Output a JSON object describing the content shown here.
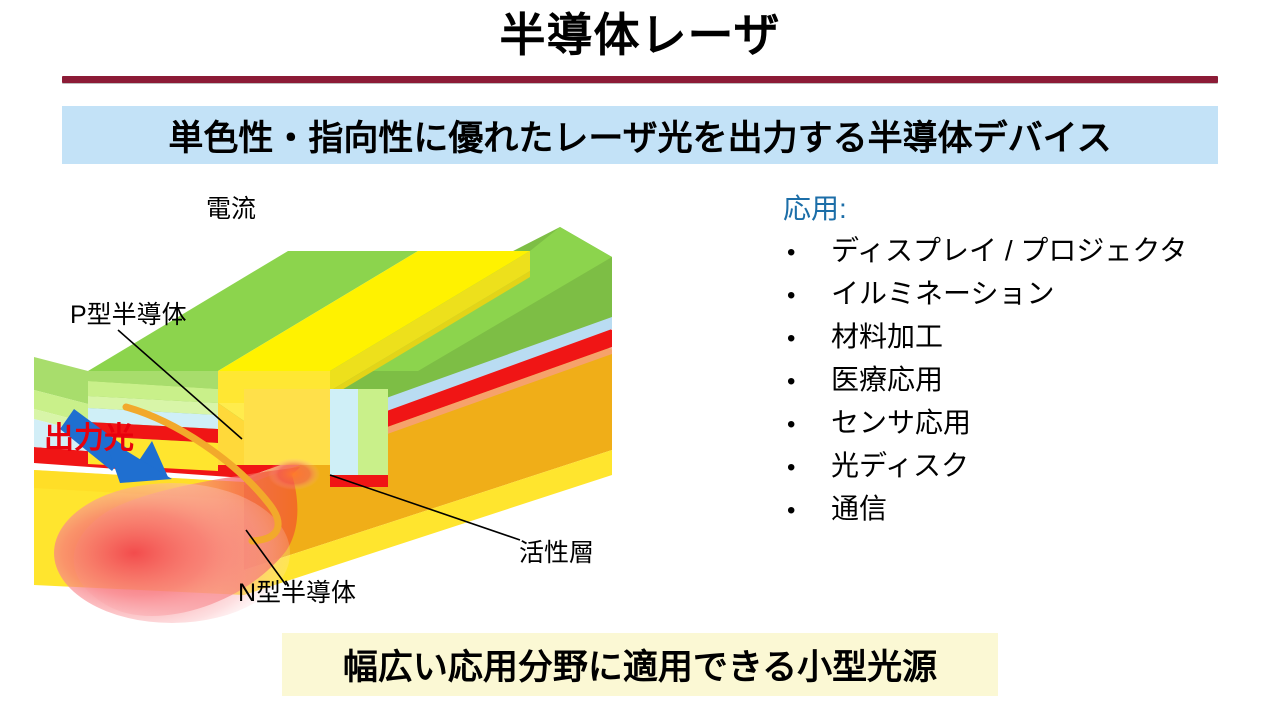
{
  "slide": {
    "title": "半導体レーザ",
    "subtitle_banner": "単色性・指向性に優れたレーザ光を出力する半導体デバイス",
    "footer_banner": "幅広い応用分野に適用できる小型光源",
    "rule_color": "#8C1B36",
    "subtitle_bg": "#C3E2F7",
    "footer_bg": "#FBF8D4"
  },
  "applications": {
    "heading": "応用:",
    "heading_color": "#1C6EA8",
    "bullet_glyph": "•",
    "items": [
      {
        "label": "ディスプレイ / プロジェクタ"
      },
      {
        "label": "イルミネーション"
      },
      {
        "label": "材料加工"
      },
      {
        "label": "医療応用"
      },
      {
        "label": "センサ応用"
      },
      {
        "label": "光ディスク"
      },
      {
        "label": "通信"
      }
    ]
  },
  "diagram": {
    "labels": {
      "current": "電流",
      "p_type": "P型半導体",
      "n_type": "N型半導体",
      "active_layer": "活性層",
      "output_light": "出力光"
    },
    "colors": {
      "arrow_blue": "#1F6FD0",
      "current_line_orange": "#F2A92B",
      "p_top_green": "#8CD44D",
      "p_side_green": "#7DBE45",
      "ridge_yellow": "#FFF200",
      "ridge_side_yellow": "#EDE01C",
      "clad_light_green": "#C9F08A",
      "clad_light_blue": "#B9DCF2",
      "active_red": "#F01515",
      "n_front_yellow": "#FFE52E",
      "n_side_orange": "#F0AE18",
      "beam_red": "#F4565A",
      "output_text_red": "#E8000D",
      "leader_line": "#000000"
    }
  }
}
